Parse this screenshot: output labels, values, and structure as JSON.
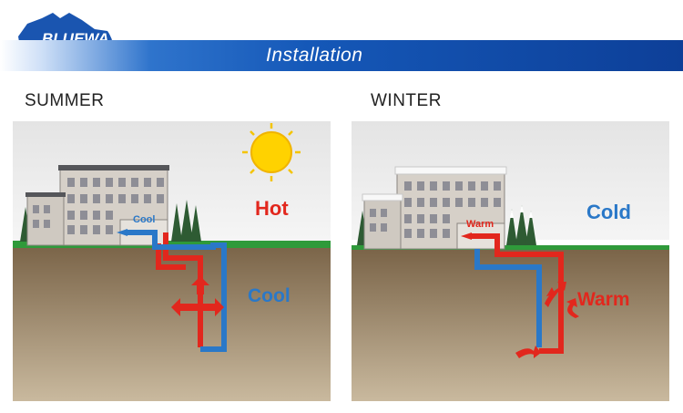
{
  "header": {
    "logo_text": "BLUEWAY",
    "title": "Installation"
  },
  "summer": {
    "heading": "SUMMER",
    "air_label": "Hot",
    "ground_label": "Cool",
    "building_label": "Cool"
  },
  "winter": {
    "heading": "WINTER",
    "air_label": "Cold",
    "ground_label": "Warm",
    "building_label": "Warm"
  },
  "colors": {
    "banner": "#1558b8",
    "hot": "#e2271d",
    "cool": "#2a78c8",
    "ground": "#8b7355",
    "sky": "#eeeeee",
    "sun": "#ffd700"
  }
}
